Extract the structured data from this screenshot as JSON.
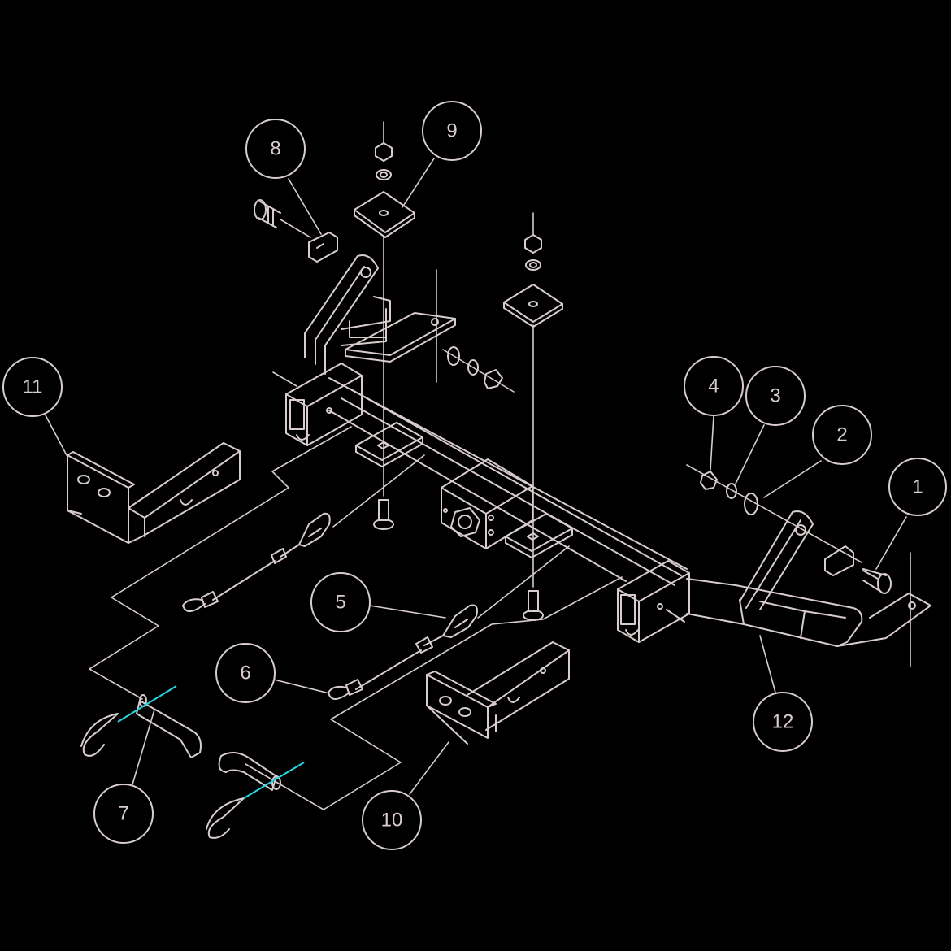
{
  "colors": {
    "background": "#000000",
    "line": "#d8cccc",
    "accent": "#2ad4e0"
  },
  "callouts": [
    {
      "id": "c1",
      "label": "1"
    },
    {
      "id": "c2",
      "label": "2"
    },
    {
      "id": "c3",
      "label": "3"
    },
    {
      "id": "c4",
      "label": "4"
    },
    {
      "id": "c5",
      "label": "5"
    },
    {
      "id": "c6",
      "label": "6"
    },
    {
      "id": "c7",
      "label": "7"
    },
    {
      "id": "c8",
      "label": "8"
    },
    {
      "id": "c9",
      "label": "9"
    },
    {
      "id": "c10",
      "label": "10"
    },
    {
      "id": "c11",
      "label": "11"
    },
    {
      "id": "c12",
      "label": "12"
    }
  ]
}
